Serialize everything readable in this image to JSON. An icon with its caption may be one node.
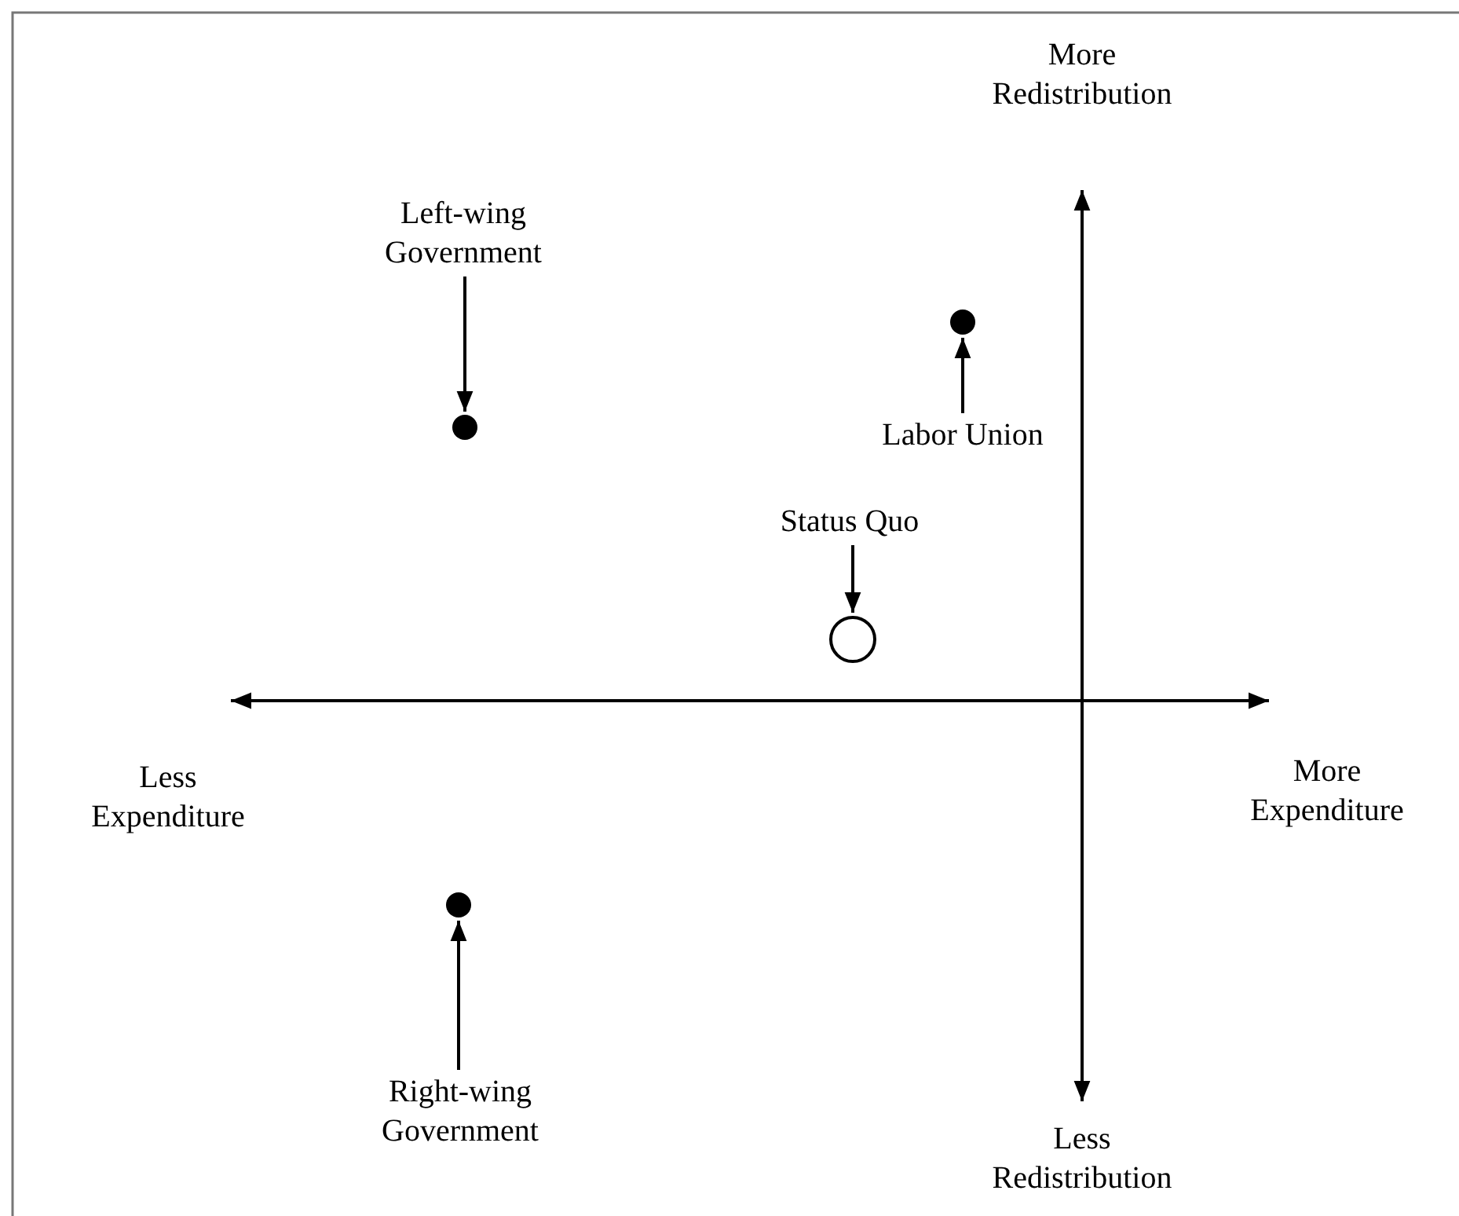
{
  "diagram": {
    "nodes": [
      {
        "text": [
          "Left-wing Government"
        ]
      },
      {
        "text": [],
        "shape": "dot"
      },
      {
        "text": [],
        "shape": "dot"
      },
      {
        "text": [
          "Labor Union"
        ]
      },
      {
        "text": [
          "Status Quo"
        ]
      },
      {
        "text": [],
        "shape": "circle"
      },
      {
        "text": [],
        "shape": "dot"
      },
      {
        "text": [
          "Right-wing Government"
        ]
      }
    ],
    "edges": [
      {
        "from": 0,
        "to": 1,
        "arrow": "to"
      },
      {
        "from": 3,
        "to": 2,
        "arrow": "to"
      },
      {
        "from": 4,
        "to": 5,
        "arrow": "to"
      },
      {
        "from": 7,
        "to": 6,
        "arrow": "to"
      }
    ],
    "labels": [
      "More Redistribution",
      "Less Expenditure",
      "More Expenditure",
      "Less Redistribution"
    ]
  }
}
